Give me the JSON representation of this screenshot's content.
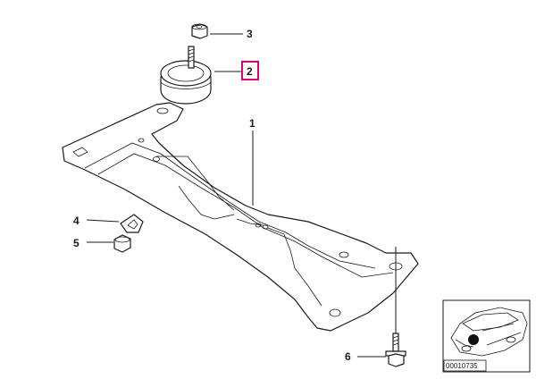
{
  "callouts": [
    {
      "id": "1",
      "label": "1"
    },
    {
      "id": "2",
      "label": "2",
      "highlighted": true
    },
    {
      "id": "3",
      "label": "3"
    },
    {
      "id": "4",
      "label": "4"
    },
    {
      "id": "5",
      "label": "5"
    },
    {
      "id": "6",
      "label": "6"
    }
  ],
  "highlight_color": "#e0007a",
  "inset": {
    "reference_code": "00010735"
  }
}
